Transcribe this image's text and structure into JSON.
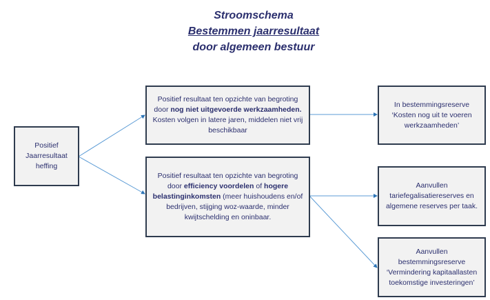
{
  "title": {
    "line1": "Stroomschema",
    "line2": "Bestemmen jaarresultaat",
    "line3": "door algemeen bestuur"
  },
  "nodes": {
    "start": {
      "text": "Positief Jaarresultaat heffing"
    },
    "unfinished_work": {
      "pre": "Positief resultaat ten opzichte van begroting door ",
      "bold": "nog niet uitgevoerde werkzaamheden.",
      "post": " Kosten volgen in latere jaren, middelen niet vrij beschikbaar"
    },
    "efficiency": {
      "pre": "Positief resultaat ten opzichte van begroting door ",
      "bold": "efficiency voordelen",
      "mid": " of ",
      "bold2": "hogere belastinginkomsten",
      "post": " (meer huishoudens en/of bedrijven, stijging woz-waarde, minder kwijtschelding en oninbaar."
    },
    "reserve_work": {
      "text": "In bestemmingsreserve ‘Kosten nog uit te voeren werkzaamheden’"
    },
    "reserve_tariff": {
      "text": "Aanvullen tariefegalisatiereserves en algemene reserves per taak."
    },
    "reserve_capital": {
      "text": "Aanvullen bestemmingsreserve ‘Vermindering kapitaallasten toekomstige investeringen’"
    }
  },
  "colors": {
    "text": "#2b2f6e",
    "box_fill": "#f2f2f2",
    "box_border": "#2e3b4e",
    "arrow": "#5b9bd5"
  }
}
